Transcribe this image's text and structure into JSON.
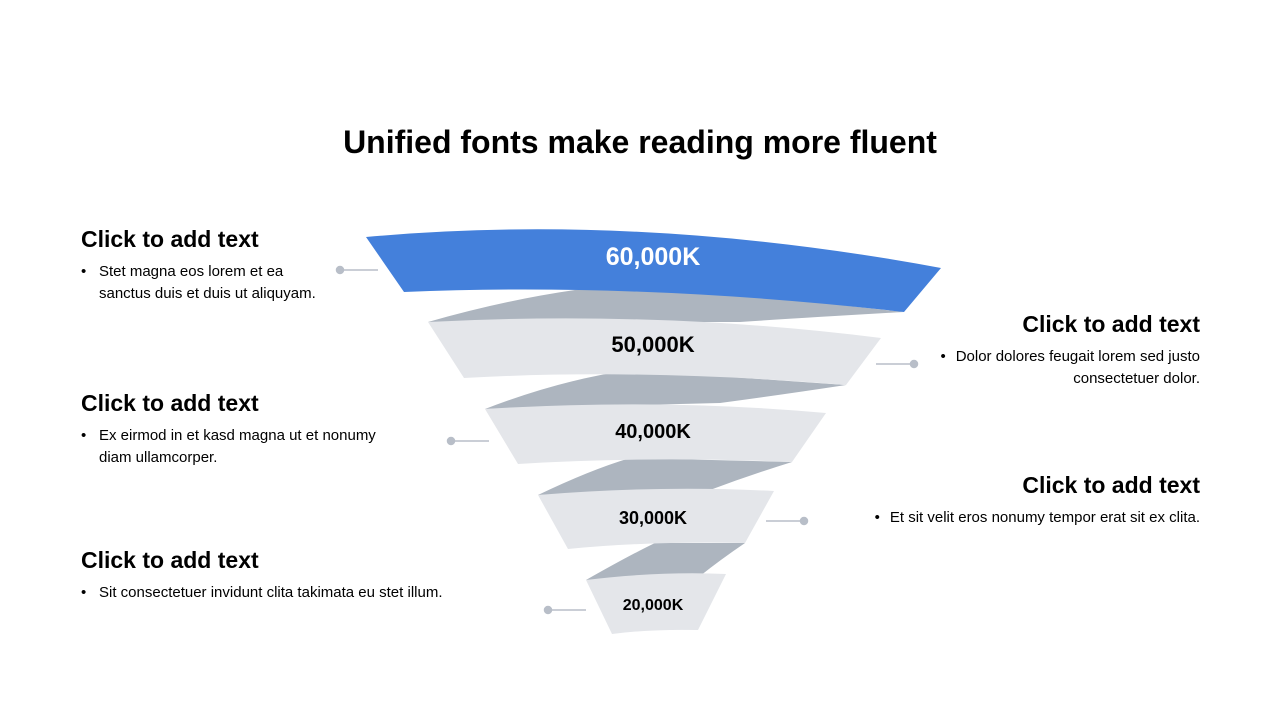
{
  "title": "Unified fonts make reading more fluent",
  "colors": {
    "accent": "#4480DB",
    "band": "#E4E6EA",
    "connector": "#ADB5BF",
    "leader": "#B8BEC8"
  },
  "funnel": [
    {
      "label": "60,000K",
      "value": 60000
    },
    {
      "label": "50,000K",
      "value": 50000
    },
    {
      "label": "40,000K",
      "value": 40000
    },
    {
      "label": "30,000K",
      "value": 30000
    },
    {
      "label": "20,000K",
      "value": 20000
    }
  ],
  "blocks": [
    {
      "heading": "Click to add text",
      "text": "Stet magna eos lorem et ea sanctus duis et duis ut aliquyam."
    },
    {
      "heading": "Click to add text",
      "text": "Dolor dolores feugait lorem sed justo consectetuer dolor."
    },
    {
      "heading": "Click to add text",
      "text": "Ex eirmod in et kasd magna ut et nonumy diam ullamcorper."
    },
    {
      "heading": "Click to add text",
      "text": "Et sit velit eros nonumy tempor erat sit ex clita."
    },
    {
      "heading": "Click to add text",
      "text": "Sit consectetuer invidunt clita takimata eu stet illum."
    }
  ]
}
